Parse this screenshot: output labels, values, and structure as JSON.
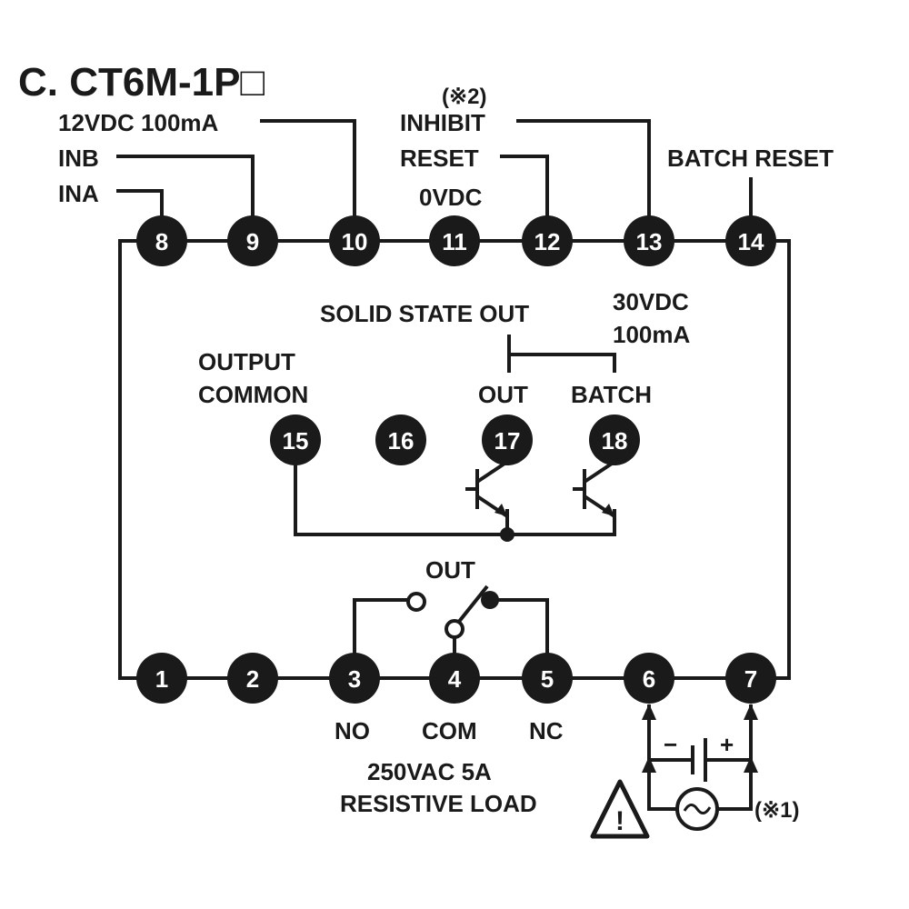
{
  "title": "C. CT6M-1P□",
  "colors": {
    "ink": "#1a1a1a",
    "pin_fill": "#1a1a1a",
    "pin_text": "#ffffff",
    "background": "#ffffff"
  },
  "pins": {
    "p1": "1",
    "p2": "2",
    "p3": "3",
    "p4": "4",
    "p5": "5",
    "p6": "6",
    "p7": "7",
    "p8": "8",
    "p9": "9",
    "p10": "10",
    "p11": "11",
    "p12": "12",
    "p13": "13",
    "p14": "14",
    "p15": "15",
    "p16": "16",
    "p17": "17",
    "p18": "18"
  },
  "labels": {
    "power_12v": "12VDC 100mA",
    "inb": "INB",
    "ina": "INA",
    "note2": "(※2)",
    "inhibit": "INHIBIT",
    "reset": "RESET",
    "zero_vdc": "0VDC",
    "batch_reset": "BATCH RESET",
    "solid_state_out": "SOLID STATE OUT",
    "ss_rating_voltage": "30VDC",
    "ss_rating_current": "100mA",
    "output_common_1": "OUTPUT",
    "output_common_2": "COMMON",
    "out": "OUT",
    "batch": "BATCH",
    "relay_out": "OUT",
    "no": "NO",
    "com": "COM",
    "nc": "NC",
    "relay_rating": "250VAC 5A",
    "relay_load": "RESISTIVE LOAD",
    "minus": "−",
    "plus": "+",
    "warning_mark": "!",
    "note1": "(※1)"
  },
  "icons": {
    "warning": "warning-triangle-icon",
    "ac_source": "ac-source-icon",
    "dc_battery": "dc-battery-icon"
  }
}
